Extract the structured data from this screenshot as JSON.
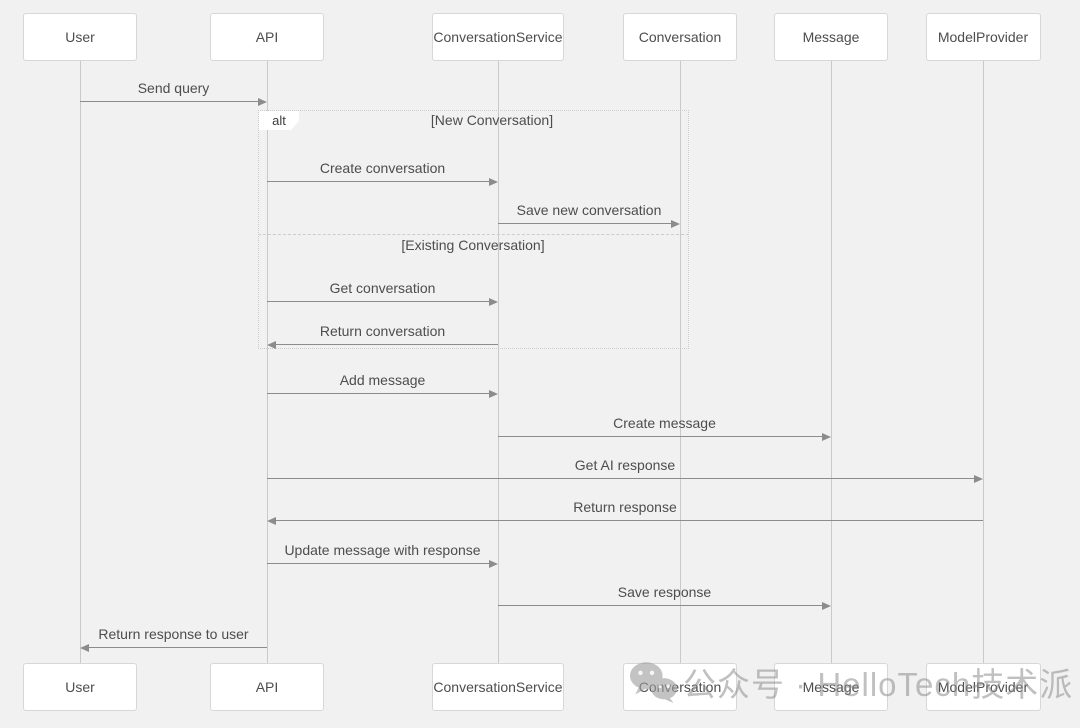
{
  "diagram": {
    "kind": "sequence",
    "actors": [
      {
        "id": "user",
        "label": "User"
      },
      {
        "id": "api",
        "label": "API"
      },
      {
        "id": "conversationService",
        "label": "ConversationService"
      },
      {
        "id": "conversation",
        "label": "Conversation"
      },
      {
        "id": "message",
        "label": "Message"
      },
      {
        "id": "modelProvider",
        "label": "ModelProvider"
      }
    ],
    "messages": [
      {
        "from": "user",
        "to": "api",
        "label": "Send query"
      },
      {
        "from": "api",
        "to": "conversationService",
        "label": "Create conversation"
      },
      {
        "from": "conversationService",
        "to": "conversation",
        "label": "Save new conversation"
      },
      {
        "from": "api",
        "to": "conversationService",
        "label": "Get conversation"
      },
      {
        "from": "conversationService",
        "to": "api",
        "label": "Return conversation"
      },
      {
        "from": "api",
        "to": "conversationService",
        "label": "Add message"
      },
      {
        "from": "conversationService",
        "to": "message",
        "label": "Create message"
      },
      {
        "from": "api",
        "to": "modelProvider",
        "label": "Get AI response"
      },
      {
        "from": "modelProvider",
        "to": "api",
        "label": "Return response"
      },
      {
        "from": "api",
        "to": "conversationService",
        "label": "Update message with response"
      },
      {
        "from": "conversationService",
        "to": "message",
        "label": "Save response"
      },
      {
        "from": "api",
        "to": "user",
        "label": "Return response to user"
      }
    ],
    "fragments": [
      {
        "operator": "alt",
        "sections": [
          "[New Conversation]",
          "[Existing Conversation]"
        ]
      }
    ]
  },
  "watermark": {
    "icon": "wechat-icon",
    "text": "公众号 · HelloTech技术派"
  },
  "colors": {
    "background": "#f1f1f1",
    "box_fill": "#ffffff",
    "box_border": "#d7d7d7",
    "lifeline": "#c9c9c9",
    "arrow": "#8c8c8c",
    "text": "#4d4d4d",
    "fragment_border": "#cccccc",
    "watermark": "#a3a3a3"
  }
}
